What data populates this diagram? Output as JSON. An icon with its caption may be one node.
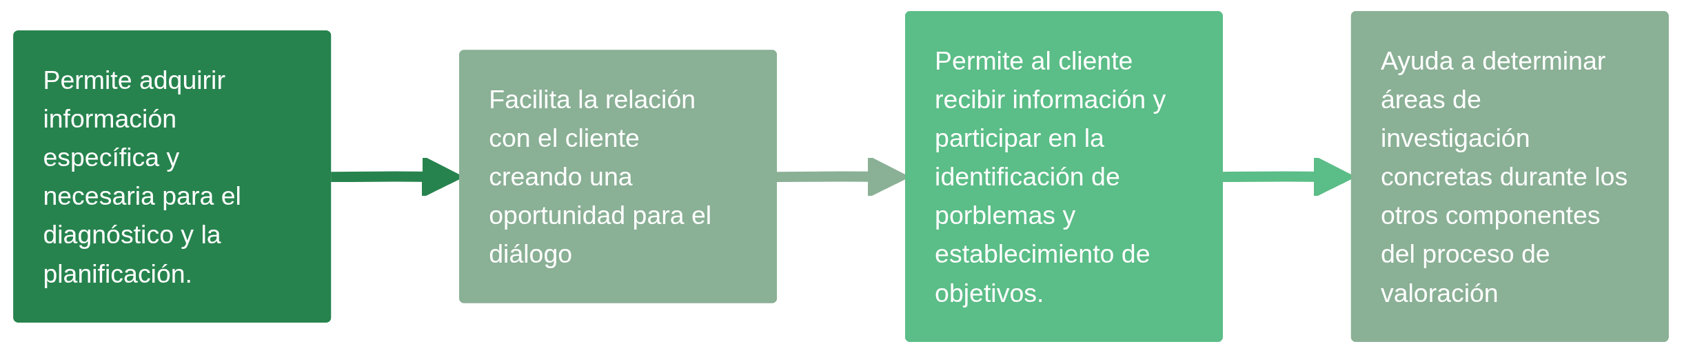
{
  "diagram": {
    "nodes": [
      {
        "text": [
          "Permite adquirir información específica y necesaria para el diagnóstico y la planificación."
        ]
      },
      {
        "text": [
          "Facilita la relación con el cliente creando una oportunidad para el diálogo"
        ]
      },
      {
        "text": [
          "Permite al cliente recibir información y participar en la identificación de porblemas y establecimiento de objetivos."
        ]
      },
      {
        "text": [
          "Ayuda a determinar áreas de investigación concretas durante los otros componentes del proceso de valoración"
        ]
      }
    ],
    "edges": [
      {
        "from": 0,
        "to": 1,
        "arrow": "to",
        "color": "#27834e"
      },
      {
        "from": 1,
        "to": 2,
        "arrow": "to",
        "color": "#8ab095"
      },
      {
        "from": 2,
        "to": 3,
        "arrow": "to",
        "color": "#5bbd87"
      }
    ]
  }
}
